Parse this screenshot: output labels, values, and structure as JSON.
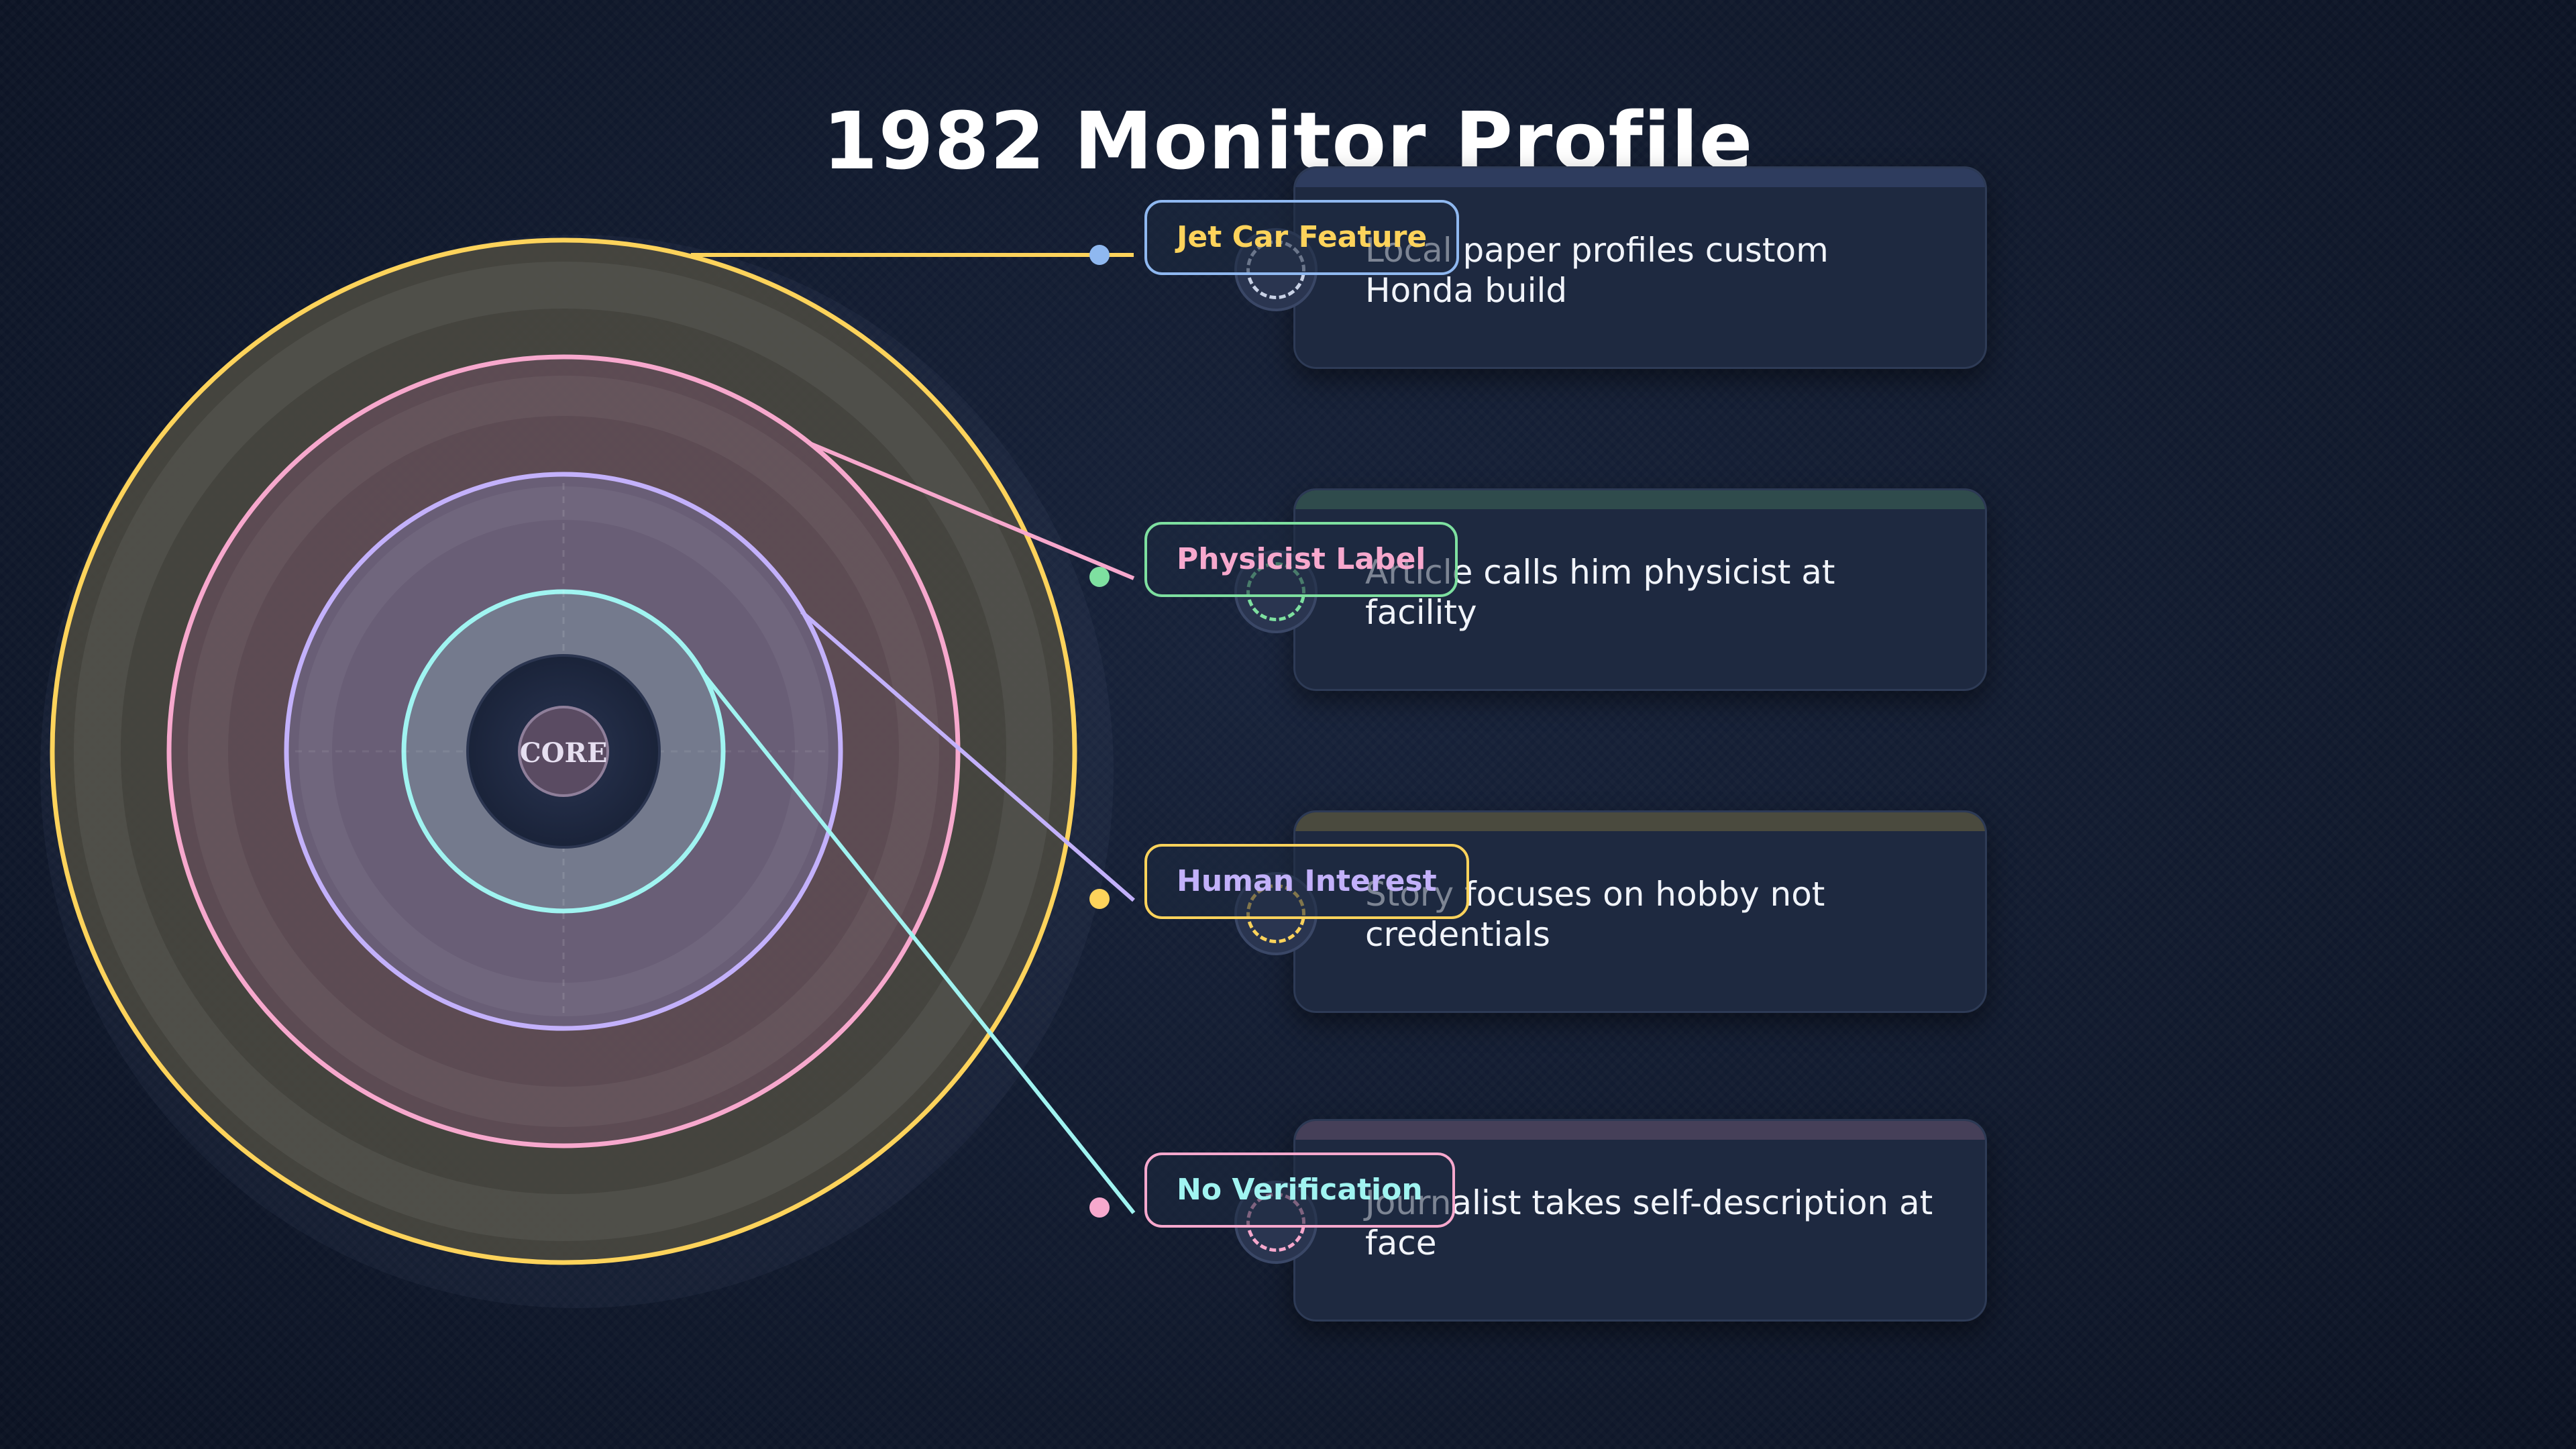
{
  "title": "1982 Monitor Profile",
  "core_label": "CORE",
  "colors": {
    "background": "#0e1628",
    "yellow": "#fdd35b",
    "pink": "#f7a8cd",
    "lavender": "#c3b1fb",
    "cyan": "#a0f4f1",
    "blue": "#8fb8f0",
    "green": "#7ee0a0",
    "card": "#1e2940"
  },
  "items": [
    {
      "tag": "Jet Car Feature",
      "description": "Local paper profiles custom Honda build",
      "tag_text_color": "#fdd35b",
      "tag_border_color": "#8fb8f0",
      "ring_color": "#fdd35b",
      "dot_color": "#8fb8f0",
      "icon": "gear-icon"
    },
    {
      "tag": "Physicist Label",
      "description": "Article calls him physicist at facility",
      "tag_text_color": "#f7a8cd",
      "tag_border_color": "#7ee0a0",
      "ring_color": "#f7a8cd",
      "dot_color": "#7ee0a0",
      "icon": "book-icon"
    },
    {
      "tag": "Human Interest",
      "description": "Story focuses on hobby not credentials",
      "tag_text_color": "#c3b1fb",
      "tag_border_color": "#fdd35b",
      "ring_color": "#c3b1fb",
      "dot_color": "#fdd35b",
      "icon": "pencil-icon"
    },
    {
      "tag": "No Verification",
      "description": "Journalist takes self-description at face",
      "tag_text_color": "#a0f4f1",
      "tag_border_color": "#f7a8cd",
      "ring_color": "#a0f4f1",
      "dot_color": "#f7a8cd",
      "icon": "magnifier-icon"
    }
  ]
}
